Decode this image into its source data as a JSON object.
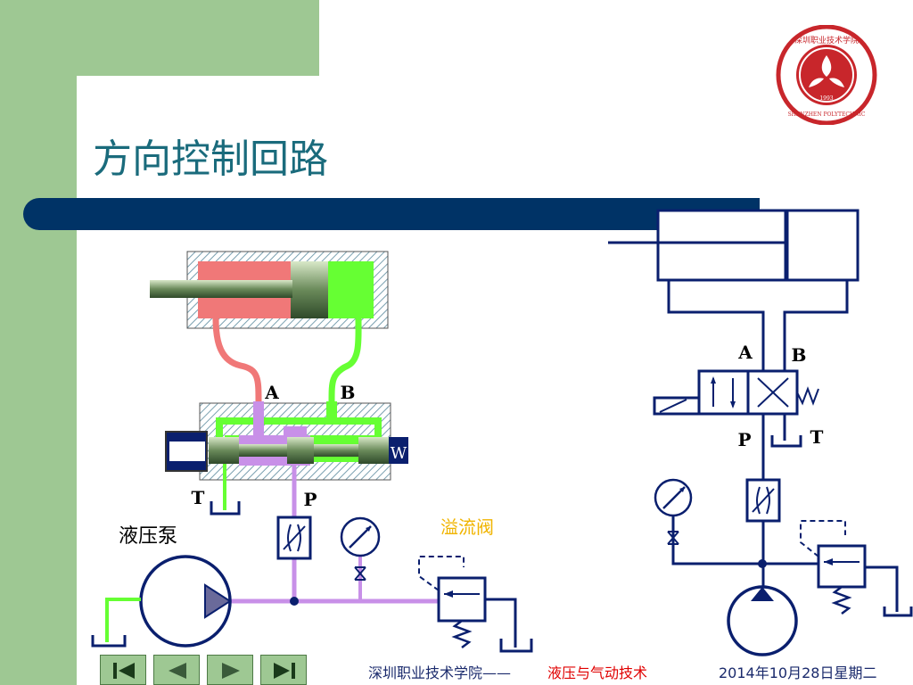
{
  "title": "方向控制回路",
  "logo": {
    "text_top": "深圳职业技术学院",
    "text_bottom": "SHENZHEN POLYTECHNIC",
    "year": "1993",
    "color": "#c8262b"
  },
  "diagram": {
    "left": {
      "valve_port_a": "A",
      "valve_port_b": "B",
      "valve_port_t": "T",
      "valve_port_p": "P",
      "spring_symbol": "W",
      "pump_label": "液压泵",
      "relief_valve_label": "溢流阀"
    },
    "right": {
      "port_a": "A",
      "port_b": "B",
      "port_p": "P",
      "port_t": "T"
    },
    "colors": {
      "line_blue": "#0a1f6e",
      "pressure_line": "#c890e8",
      "return_line": "#66ff33",
      "cylinder_rod_chamber": "#f07878",
      "cylinder_cap_chamber": "#66ff33",
      "label_yellow": "#f0b400"
    }
  },
  "footer": {
    "school": "深圳职业技术学院——",
    "course": "液压与气动技术",
    "date": "2014年10月28日星期二"
  },
  "nav": {
    "first_icon": "first-slide-icon",
    "prev_icon": "previous-slide-icon",
    "next_icon": "next-slide-icon",
    "last_icon": "last-slide-icon"
  }
}
